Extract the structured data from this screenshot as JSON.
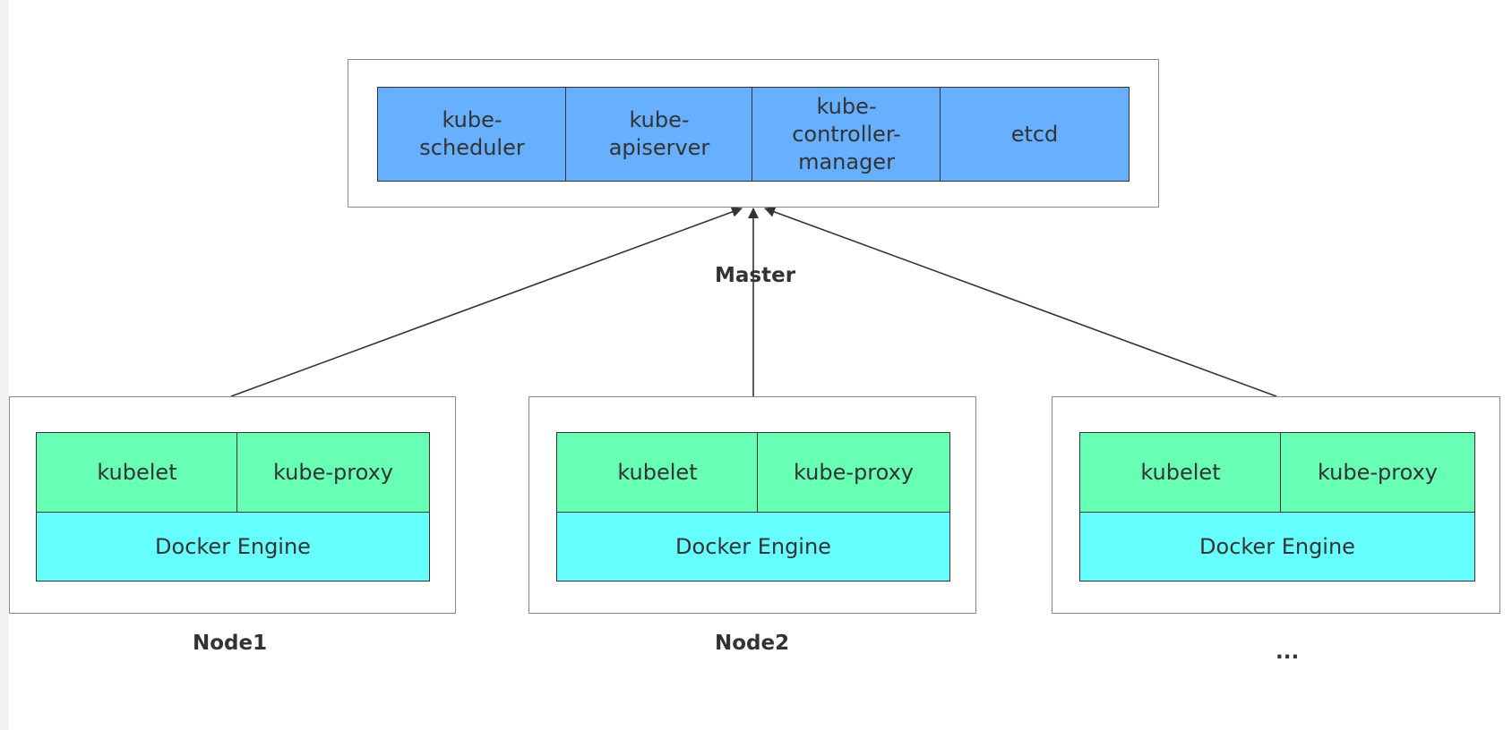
{
  "master": {
    "label": "Master",
    "components": [
      "kube-\nscheduler",
      "kube-\napiserver",
      "kube-\ncontroller-\nmanager",
      "etcd"
    ]
  },
  "nodes": [
    {
      "label": "Node1",
      "kubelet": "kubelet",
      "proxy": "kube-proxy",
      "engine": "Docker Engine"
    },
    {
      "label": "Node2",
      "kubelet": "kubelet",
      "proxy": "kube-proxy",
      "engine": "Docker Engine"
    },
    {
      "label": "...",
      "kubelet": "kubelet",
      "proxy": "kube-proxy",
      "engine": "Docker Engine"
    }
  ],
  "colors": {
    "master_component": "#66b0ff",
    "node_component": "#66ffb3",
    "docker_engine": "#66ffff",
    "frame_border": "#8a8a8a",
    "connector": "#333333"
  }
}
